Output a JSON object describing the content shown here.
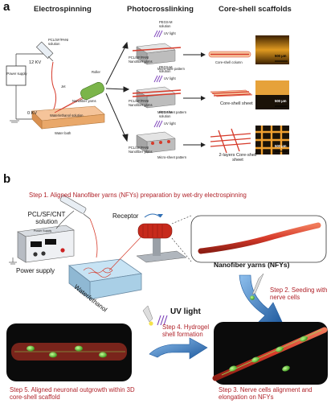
{
  "panel_a": {
    "letter": "a",
    "headers": {
      "electrospinning": "Electrospinning",
      "photocrosslinking": "Photocrosslinking",
      "core_shell": "Core-shell scaffolds"
    },
    "voltage_top": "12 KV",
    "voltage_bottom": "0 KV",
    "power_supply": "Power supply",
    "solution": "PCL/SF/PANI solution",
    "jet": "Jet",
    "roller": "Roller",
    "nanofiber_yarns": "Nanofiber yarns",
    "bath_solution": "Water/ethanol solution",
    "water_bath": "Water bath",
    "rows": [
      {
        "pegs": "PEGS-M solution",
        "uv": "UV light",
        "yarn": "PCL/SF/PANI Nanofiber yarns",
        "pattern": "Micro-tube pattern",
        "result": "Core-shell column",
        "scale": "500 μm"
      },
      {
        "pegs": "PEGS-M solution",
        "uv": "UV light",
        "yarn": "PCL/SF/PANI Nanofiber yarns",
        "pattern": "Micro-sheet pattern",
        "result": "Core-shell sheet",
        "scale": "500 μm"
      },
      {
        "pegs": "PEGS-M solution",
        "uv": "UV light",
        "yarn": "PCL/SF/PANI Nanofiber yarns",
        "pattern": "Micro-sheet pattern",
        "result": "2-layers Core-shell sheet",
        "scale": "500 μm"
      }
    ]
  },
  "panel_b": {
    "letter": "b",
    "step1": "Step 1. Aligned Nanofiber yarns (NFYs) preparation by wet-dry electrospinning",
    "solution": "PCL/SF/CNT solution",
    "receptor": "Receptor",
    "power_supply": "Power supply",
    "device_label": "Power Supply",
    "water_ethanol": "Water/ethanol",
    "nfy_label": "Nanofiber yarns (NFYs)",
    "step2": "Step 2. Seeding with nerve cells",
    "uv_light": "UV light",
    "step4": "Step 4. Hydrogel shell formation",
    "step3": "Step 3. Nerve cells alignment and elongation on NFYs",
    "step5": "Step 5. Aligned neuronal outgrowth within 3D core-shell scaffold"
  },
  "colors": {
    "accent_red": "#b0232a",
    "arrow_blue": "#2f6fb5",
    "fiber_red": "#d63a2a",
    "uv_purple": "#7a3fb8"
  }
}
